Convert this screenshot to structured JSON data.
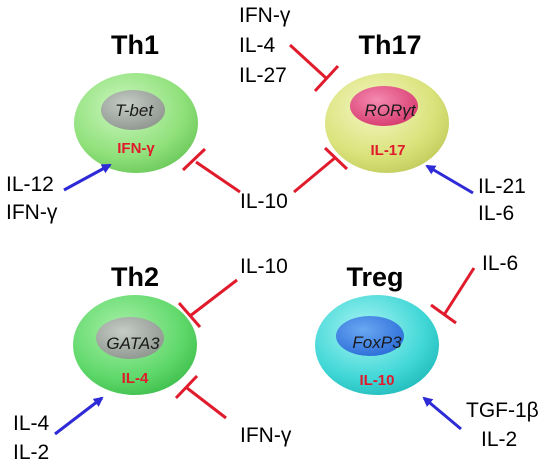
{
  "colors": {
    "inhibition": "#e01b2c",
    "activation": "#2e2ad6",
    "cytokine_text": "#e01b2c",
    "th1_cell": "#8fe07a",
    "th17_cell": "#d9e27a",
    "th2_cell": "#5fd86a",
    "treg_cell": "#40d7d6",
    "th17_nucleus": "#e0447a",
    "treg_nucleus": "#2f78e2"
  },
  "cells": {
    "th1": {
      "title": "Th1",
      "factor": "T-bet",
      "cytokine": "IFN-γ"
    },
    "th17": {
      "title": "Th17",
      "factor": "RORγt",
      "cytokine": "IL-17"
    },
    "th2": {
      "title": "Th2",
      "factor": "GATA3",
      "cytokine": "IL-4"
    },
    "treg": {
      "title": "Treg",
      "factor": "FoxP3",
      "cytokine": "IL-10"
    }
  },
  "signals": {
    "th1_inducers": [
      "IL-12",
      "IFN-γ"
    ],
    "th17_inhibitors": [
      "IFN-γ",
      "IL-4",
      "IL-27"
    ],
    "center_inhibitor": "IL-10",
    "th17_inducers": [
      "IL-21",
      "IL-6"
    ],
    "th2_inhibitor_top": "IL-10",
    "th2_inducers": [
      "IL-4",
      "IL-2"
    ],
    "th2_inhibitor_bottom": "IFN-γ",
    "treg_inhibitor": "IL-6",
    "treg_inducers": [
      "TGF-1β",
      "IL-2"
    ]
  }
}
